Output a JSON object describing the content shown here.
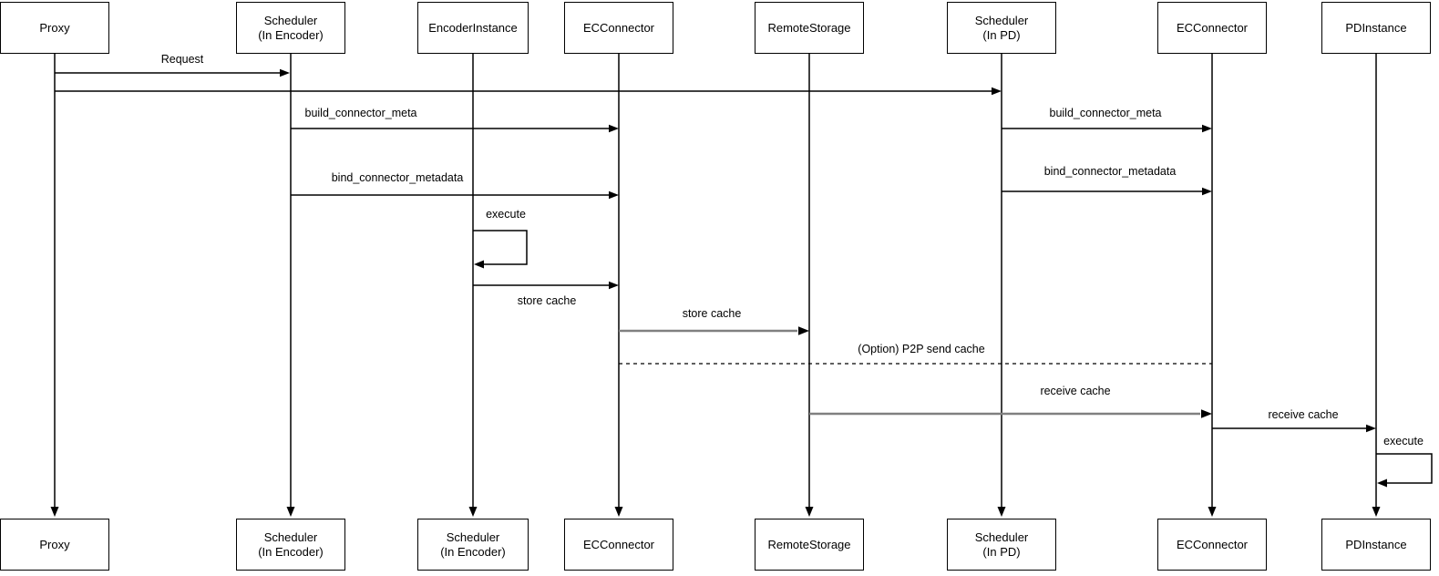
{
  "diagram": {
    "kind": "sequence-diagram",
    "colors": {
      "background": "#ffffff",
      "stroke": "#000000",
      "text": "#000000",
      "gray_arrow": "#808080"
    }
  },
  "actors": [
    {
      "id": "proxy",
      "top_label": "Proxy",
      "bottom_label": "Proxy"
    },
    {
      "id": "scheduler-encoder",
      "top_label": "Scheduler\n(In Encoder)",
      "bottom_label": "Scheduler\n(In Encoder)"
    },
    {
      "id": "encoder-instance",
      "top_label": "EncoderInstance",
      "bottom_label": "Scheduler\n(In Encoder)"
    },
    {
      "id": "ecconnector-encoder",
      "top_label": "ECConnector",
      "bottom_label": "ECConnector"
    },
    {
      "id": "remote-storage",
      "top_label": "RemoteStorage",
      "bottom_label": "RemoteStorage"
    },
    {
      "id": "scheduler-pd",
      "top_label": "Scheduler\n(In PD)",
      "bottom_label": "Scheduler\n(In PD)"
    },
    {
      "id": "ecconnector-pd",
      "top_label": "ECConnector",
      "bottom_label": "ECConnector"
    },
    {
      "id": "pd-instance",
      "top_label": "PDInstance",
      "bottom_label": "PDInstance"
    }
  ],
  "messages": [
    {
      "label": "Request",
      "from": "Proxy",
      "to": "Scheduler (In Encoder)",
      "style": "solid"
    },
    {
      "label": "",
      "from": "Proxy",
      "to": "Scheduler (In PD)",
      "style": "solid"
    },
    {
      "label": "build_connector_meta",
      "from": "Scheduler (In Encoder)",
      "to": "ECConnector",
      "style": "solid"
    },
    {
      "label": "build_connector_meta",
      "from": "Scheduler (In PD)",
      "to": "ECConnector",
      "style": "solid"
    },
    {
      "label": "bind_connector_metadata",
      "from": "Scheduler (In Encoder)",
      "to": "ECConnector",
      "style": "solid"
    },
    {
      "label": "bind_connector_metadata",
      "from": "Scheduler (In PD)",
      "to": "ECConnector",
      "style": "solid"
    },
    {
      "label": "execute",
      "from": "EncoderInstance",
      "to": "EncoderInstance",
      "style": "self-loop"
    },
    {
      "label": "store cache",
      "from": "EncoderInstance",
      "to": "ECConnector",
      "style": "solid"
    },
    {
      "label": "store cache",
      "from": "ECConnector",
      "to": "RemoteStorage",
      "style": "solid-gray"
    },
    {
      "label": "(Option) P2P send cache",
      "from": "ECConnector",
      "to": "ECConnector (In PD)",
      "style": "dashed"
    },
    {
      "label": "receive cache",
      "from": "RemoteStorage",
      "to": "ECConnector (In PD)",
      "style": "solid-gray"
    },
    {
      "label": "receive cache",
      "from": "ECConnector (In PD)",
      "to": "PDInstance",
      "style": "solid"
    },
    {
      "label": "execute",
      "from": "PDInstance",
      "to": "PDInstance",
      "style": "self-loop"
    }
  ]
}
